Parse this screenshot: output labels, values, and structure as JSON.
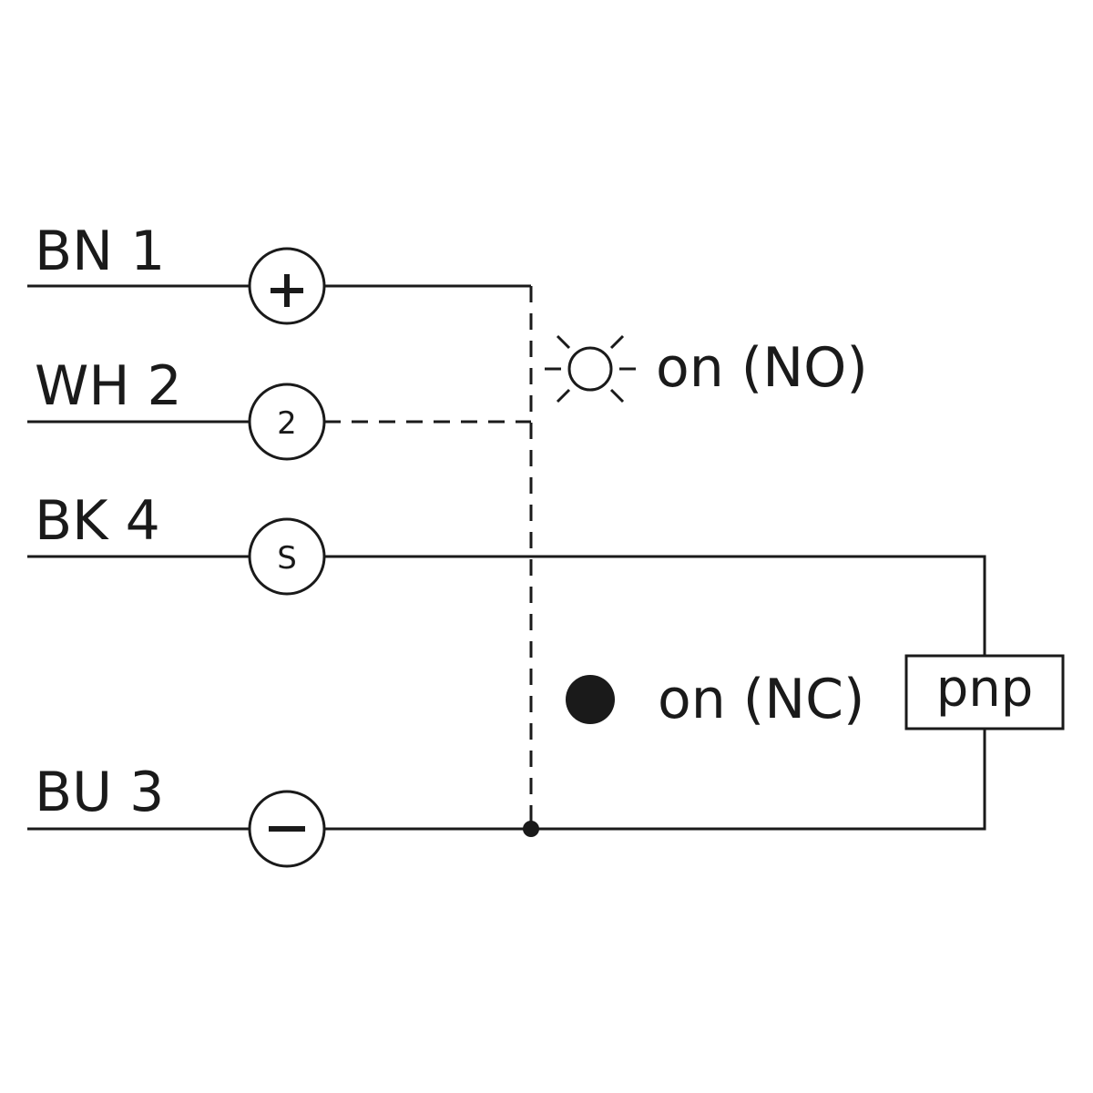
{
  "wires": [
    {
      "label": "BN 1",
      "terminal": "+"
    },
    {
      "label": "WH 2",
      "terminal": "2"
    },
    {
      "label": "BK 4",
      "terminal": "S"
    },
    {
      "label": "BU 3",
      "terminal": "−"
    }
  ],
  "led_no_label": "on (NO)",
  "led_nc_label": "on (NC)",
  "output_box_label": "pnp",
  "colors": {
    "line": "#1a1a1a",
    "background": "#ffffff"
  },
  "icons": {
    "led_no": "led-off-icon",
    "led_nc": "led-on-icon"
  }
}
